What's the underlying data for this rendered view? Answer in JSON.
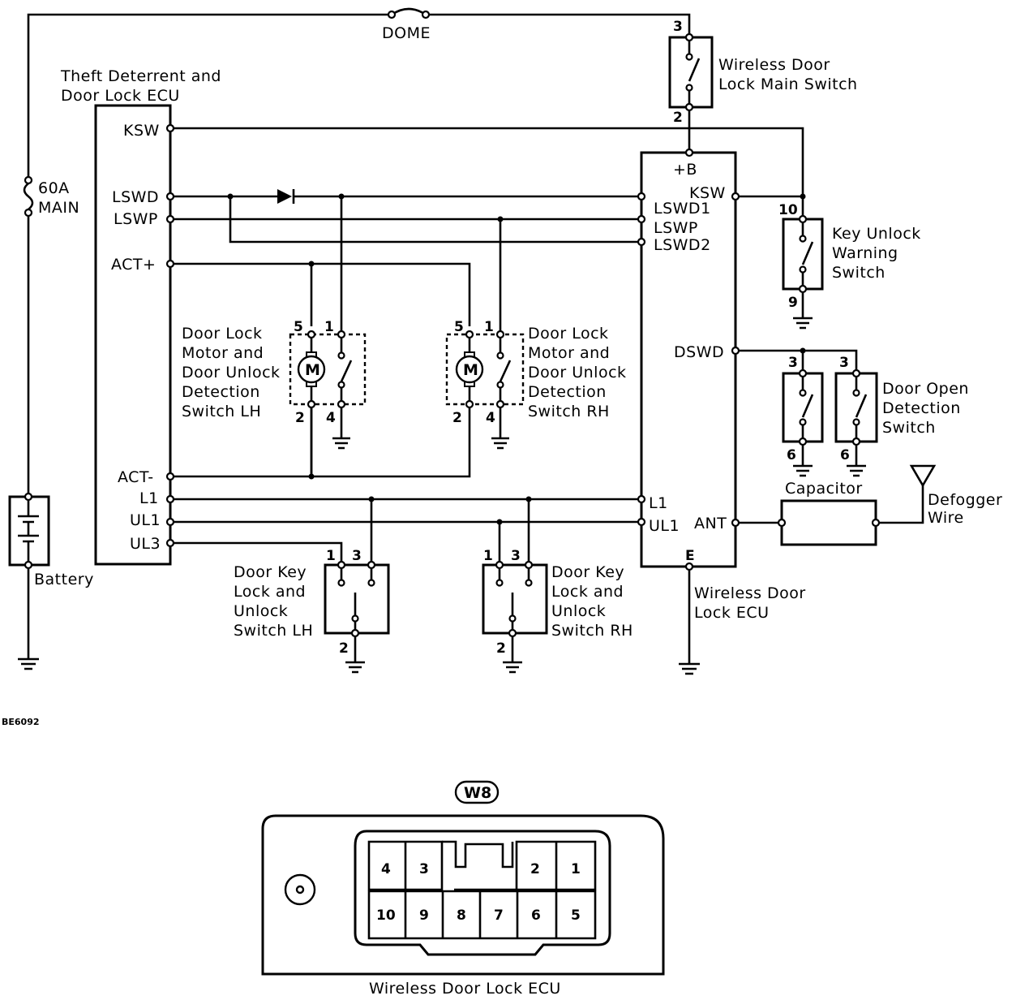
{
  "labels": {
    "dome": "DOME",
    "main_fuse": "60A",
    "main_fuse2": "MAIN",
    "battery": "Battery",
    "ecu_title1": "Theft Deterrent and",
    "ecu_title2": "Door Lock ECU",
    "ecu_pins": {
      "ksw": "KSW",
      "lswd": "LSWD",
      "lswp": "LSWP",
      "act_plus": "ACT+",
      "act_minus": "ACT-",
      "l1": "L1",
      "ul1": "UL1",
      "ul3": "UL3"
    },
    "wireless_main_switch1": "Wireless Door",
    "wireless_main_switch2": "Lock Main Switch",
    "wireless_ecu_pins": {
      "b": "+B",
      "ksw": "KSW",
      "lswd1": "LSWD1",
      "lswp": "LSWP",
      "lswd2": "LSWD2",
      "dswd": "DSWD",
      "l1": "L1",
      "ul1": "UL1",
      "ant": "ANT",
      "e": "E"
    },
    "wireless_ecu1": "Wireless Door",
    "wireless_ecu2": "Lock ECU",
    "key_unlock1": "Key Unlock",
    "key_unlock2": "Warning",
    "key_unlock3": "Switch",
    "motor_lh": [
      "Door Lock",
      "Motor and",
      "Door Unlock",
      "Detection",
      "Switch LH"
    ],
    "motor_rh": [
      "Door Lock",
      "Motor and",
      "Door Unlock",
      "Detection",
      "Switch RH"
    ],
    "door_open": [
      "Door Open",
      "Detection",
      "Switch"
    ],
    "capacitor": "Capacitor",
    "defogger1": "Defogger",
    "defogger2": "Wire",
    "key_switch_lh": [
      "Door Key",
      "Lock and",
      "Unlock",
      "Switch LH"
    ],
    "key_switch_rh": [
      "Door Key",
      "Lock and",
      "Unlock",
      "Switch RH"
    ],
    "motor_symbol": "M",
    "figure_code": "BE6092"
  },
  "pins": {
    "main_sw_top": "3",
    "main_sw_bot": "2",
    "kuw_top": "10",
    "kuw_bot": "9",
    "lh_m_top": "5",
    "lh_s_top": "1",
    "lh_m_bot": "2",
    "lh_s_bot": "4",
    "rh_m_top": "5",
    "rh_s_top": "1",
    "rh_m_bot": "2",
    "rh_s_bot": "4",
    "do1_top": "3",
    "do1_bot": "6",
    "do2_top": "3",
    "do2_bot": "6",
    "klh_1": "1",
    "klh_3": "3",
    "klh_2": "2",
    "krh_1": "1",
    "krh_3": "3",
    "krh_2": "2"
  },
  "connector": {
    "code": "W8",
    "title": "Wireless Door Lock ECU",
    "row1": [
      "4",
      "3",
      "2",
      "1"
    ],
    "row2": [
      "10",
      "9",
      "8",
      "7",
      "6",
      "5"
    ]
  }
}
